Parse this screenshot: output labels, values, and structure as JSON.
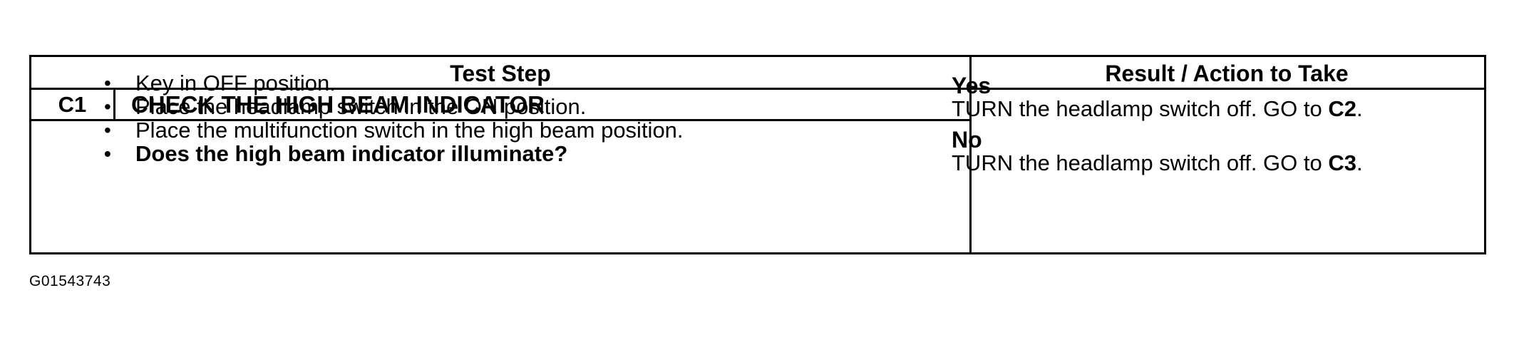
{
  "table": {
    "header_left": "Test Step",
    "header_right": "Result / Action to Take",
    "step_id": "C1",
    "step_title": "CHECK THE HIGH BEAM INDICATOR",
    "steps": [
      {
        "text": "Key in OFF position.",
        "bold": false
      },
      {
        "text": "Place the headlamp switch in the ON position.",
        "bold": false
      },
      {
        "text": "Place the multifunction switch in the high beam position.",
        "bold": false
      },
      {
        "text": "Does the high beam indicator illuminate?",
        "bold": true
      }
    ],
    "bullet": "•",
    "results": [
      {
        "label": "Yes",
        "action": "TURN the headlamp switch off. GO to ",
        "target": "C2",
        "end": "."
      },
      {
        "label": "No",
        "action": "TURN the headlamp switch off. GO to ",
        "target": "C3",
        "end": "."
      }
    ]
  },
  "figure_id": "G01543743"
}
